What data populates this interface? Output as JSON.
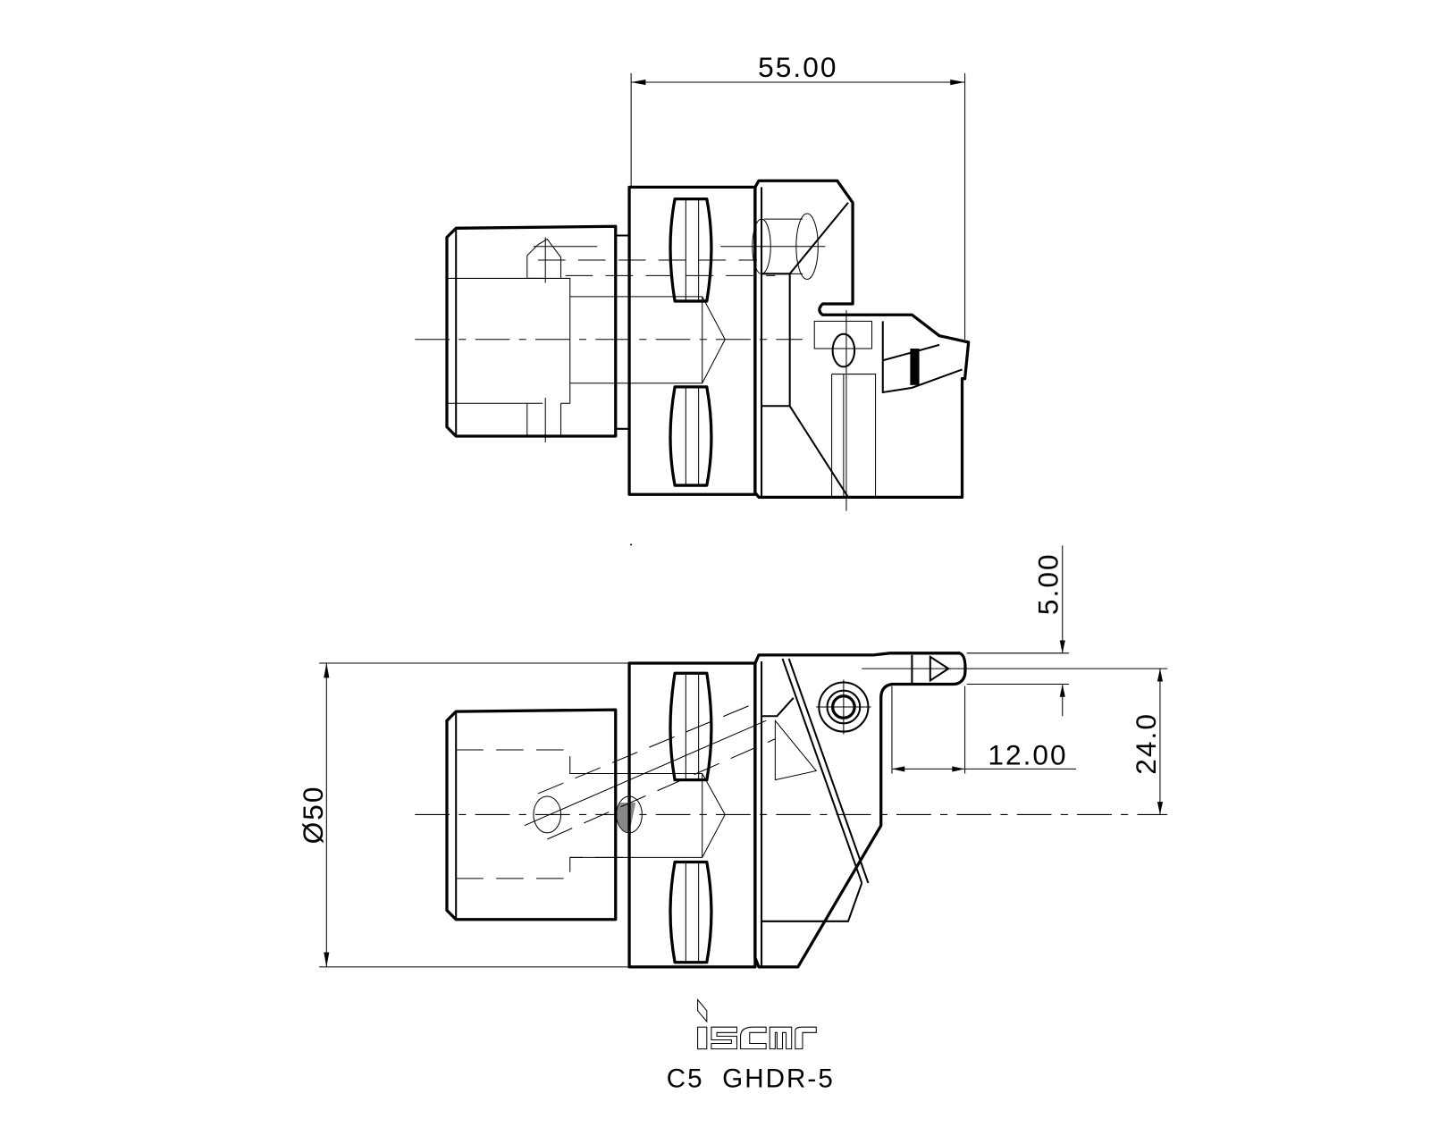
{
  "drawing": {
    "top_view": {
      "dimension_length": "55.00"
    },
    "front_view": {
      "dimension_diameter": "Ø50",
      "dimension_height": "24.0",
      "dimension_width": "5.00",
      "dimension_offset": "12.00"
    },
    "logo": {
      "text": "iscar"
    },
    "caption": "C5  GHDR-5"
  }
}
